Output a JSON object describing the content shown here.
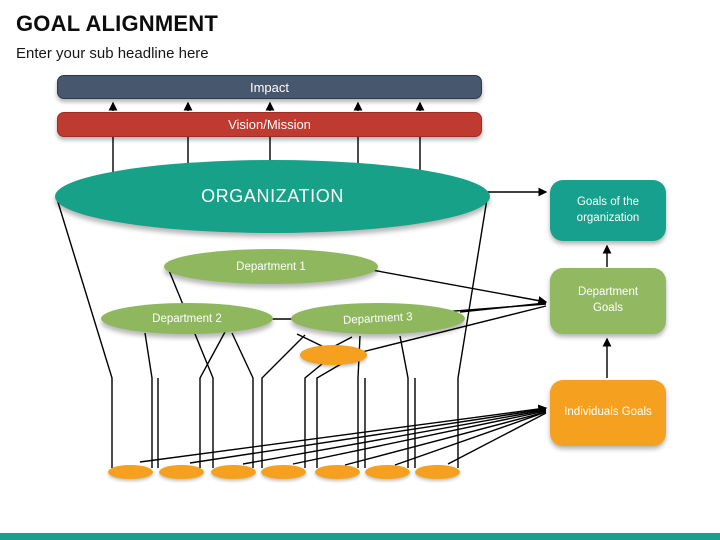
{
  "slide": {
    "title": "GOAL ALIGNMENT",
    "subtitle": "Enter your sub headline here"
  },
  "flow": {
    "impact_label": "Impact",
    "vision_label": "Vision/Mission",
    "organization_label": "ORGANIZATION",
    "departments": [
      {
        "label": "Department 1"
      },
      {
        "label": "Department 2"
      },
      {
        "label": "Department 3"
      }
    ],
    "goal_boxes": [
      {
        "label": "Goals of the organization"
      },
      {
        "label": "Department Goals"
      },
      {
        "label": "Individuals Goals"
      }
    ]
  },
  "colors": {
    "impact_bar": "#46576E",
    "vision_bar": "#BF3A30",
    "organization": "#17A189",
    "department": "#8FB85E",
    "individual": "#F5A11F",
    "goals_org_box": "#18A08E",
    "dept_goals_box": "#93B862",
    "individuals_box": "#F5A11F",
    "footer_stripe": "#1A9E8E",
    "connector": "#000000"
  }
}
